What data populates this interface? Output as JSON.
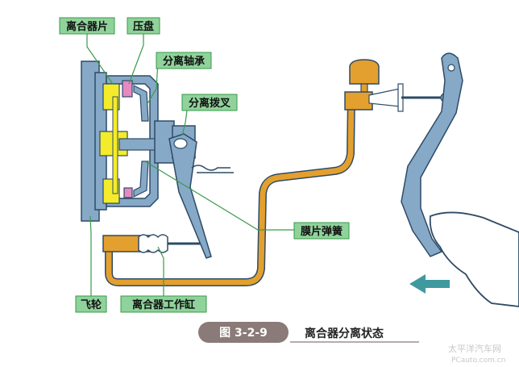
{
  "labels": {
    "clutch_plate": "离合器片",
    "pressure_plate": "压盘",
    "release_bearing": "分离轴承",
    "release_fork": "分离拨叉",
    "diaphragm_spring": "膜片弹簧",
    "flywheel": "飞轮",
    "slave_cylinder": "离合器工作缸"
  },
  "caption": {
    "figure_number": "图 3-2-9",
    "title": "离合器分离状态"
  },
  "watermark": {
    "line1": "太平洋汽车网",
    "line2": "PCauto.com.cn"
  },
  "colors": {
    "label_box": "#8fd29b",
    "housing_blue": "#86a9c8",
    "outline": "#2e4b66",
    "plate_yellow": "#f4ec2a",
    "pressure_pink": "#e58ac0",
    "hydraulic_orange": "#e3a02e",
    "arrow": "#3f9aa0",
    "leader_green": "#3a9a4a",
    "caption_bg": "#8a7a78"
  },
  "icons": {
    "direction_arrow": "left-arrow-icon",
    "foot": "foot-icon"
  }
}
